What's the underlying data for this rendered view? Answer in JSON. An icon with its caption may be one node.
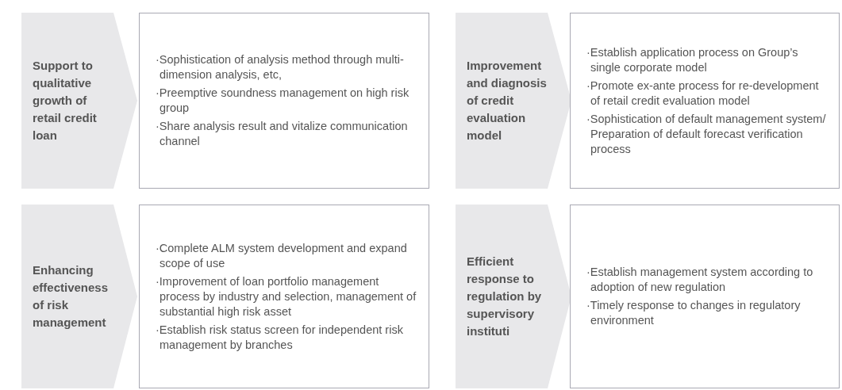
{
  "diagram": {
    "nodes": [
      {
        "text": [
          "Support to qualitative growth of retail credit loan"
        ]
      },
      {
        "text": [
          "·Sophistication of analysis method through multi-dimension analysis, etc,",
          "·Preemptive soundness management on high risk group",
          "·Share analysis result and vitalize communication channel"
        ]
      },
      {
        "text": [
          "Improvement and diagnosis of credit evaluation model"
        ]
      },
      {
        "text": [
          "·Establish application process on Group’s single corporate model",
          "·Promote ex-ante process for re-development of retail credit evaluation model",
          "·Sophistication of default management system/ Preparation of default forecast verification process"
        ]
      },
      {
        "text": [
          "Enhancing effectiveness of risk management"
        ]
      },
      {
        "text": [
          "·Complete ALM system development and expand scope of use",
          "·Improvement of loan portfolio management process by industry and selection, management of substantial high risk asset",
          "·Establish risk status screen for independent risk management by branches"
        ]
      },
      {
        "text": [
          "Efficient response to regulation by supervisory instituti"
        ]
      },
      {
        "text": [
          "·Establish management system according to adoption of new regulation",
          "·Timely response to changes in regulatory environment"
        ]
      }
    ],
    "edges": []
  }
}
